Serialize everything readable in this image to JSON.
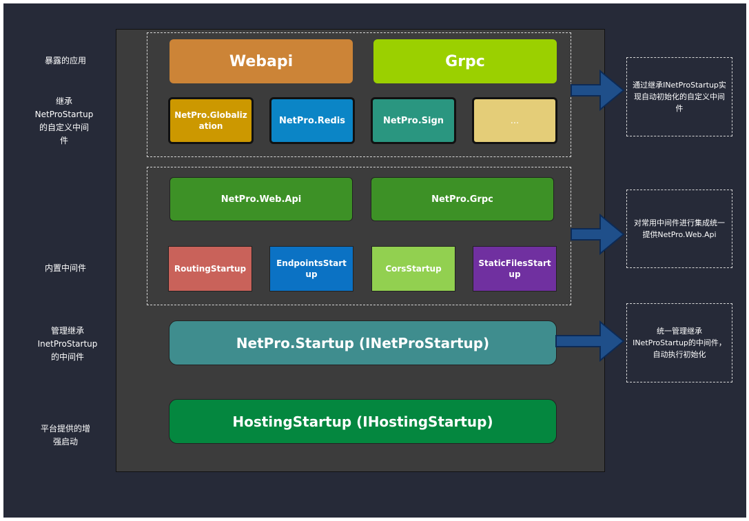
{
  "side_labels": {
    "exposed_apps": "暴露的应用",
    "custom_middleware": "继承\nNetProStartup\n的自定义中间\n件",
    "builtin_middleware": "内置中间件",
    "managed_middleware": "管理继承\nInetProStartup\n的中间件",
    "platform_startup": "平台提供的增\n强启动"
  },
  "apps": {
    "webapi": "Webapi",
    "grpc": "Grpc"
  },
  "custom_modules": {
    "globalization": "NetPro.Globalization",
    "redis": "NetPro.Redis",
    "sign": "NetPro.Sign",
    "more": "..."
  },
  "builtin": {
    "web_api": "NetPro.Web.Api",
    "grpc": "NetPro.Grpc",
    "routing": "RoutingStartup",
    "endpoints": "EndpointsStartup",
    "cors": "CorsStartup",
    "static_files": "StaticFilesStartup"
  },
  "startup_bar": "NetPro.Startup  (INetProStartup)",
  "hosting_bar": "HostingStartup  (IHostingStartup)",
  "notes": {
    "custom": "通过继承INetProStartup实现自动初始化的自定义中间件",
    "builtin": "对常用中间件进行集成统一提供NetPro.Web.Api",
    "startup": "统一管理继承INetProStartup的中间件，自动执行初始化"
  },
  "colors": {
    "webapi": "#cc8437",
    "grpc": "#9bd000",
    "globalization": "#cc9800",
    "redis": "#0b85c6",
    "sign": "#2a9680",
    "more": "#e4cd78",
    "web_api": "#3d9126",
    "grpc_builtin": "#3d9126",
    "routing": "#c9625a",
    "endpoints": "#0b72c4",
    "cors": "#92d050",
    "static_files": "#7030a0",
    "startup": "#3f8d8e",
    "hosting": "#04873f",
    "arrow": "#1f4f8a"
  }
}
